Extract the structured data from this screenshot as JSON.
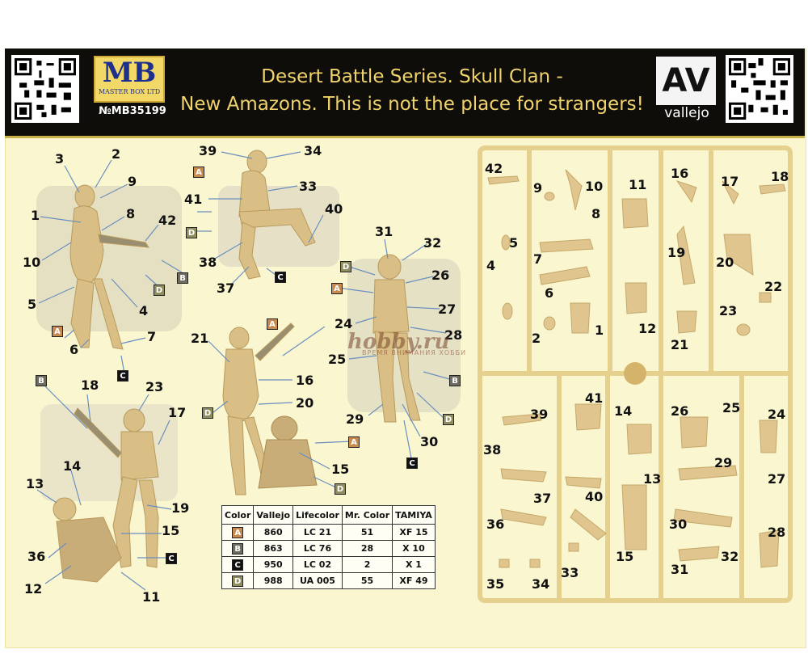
{
  "header": {
    "title_line1": "Desert Battle Series. Skull Clan -",
    "title_line2": "New Amazons. This is not the place for strangers!",
    "brand_logo": "MB",
    "brand_logo_sub": "MASTER BOX LTD",
    "product_code": "№MB35199",
    "partner_logo": "AV",
    "partner_name": "vallejo"
  },
  "watermark": {
    "text": "hobby.ru",
    "sub": "ВРЕМЯ ВНИМАНИЯ ХОББИ"
  },
  "colors": {
    "A": "#c88a4e",
    "B": "#6f6a60",
    "C": "#111111",
    "D": "#8e8e60",
    "title": "#f1d36b",
    "sprue": "#e8d39a",
    "figure": "#d9bf86"
  },
  "paint_table": {
    "headers": [
      "Color",
      "Vallejo",
      "Lifecolor",
      "Mr. Color",
      "TAMIYA"
    ],
    "rows": [
      {
        "code": "A",
        "vallejo": "860",
        "lifecolor": "LC 21",
        "mrcolor": "51",
        "tamiya": "XF 15"
      },
      {
        "code": "B",
        "vallejo": "863",
        "lifecolor": "LC 76",
        "mrcolor": "28",
        "tamiya": "X 10"
      },
      {
        "code": "C",
        "vallejo": "950",
        "lifecolor": "LC 02",
        "mrcolor": "2",
        "tamiya": "X 1"
      },
      {
        "code": "D",
        "vallejo": "988",
        "lifecolor": "UA 005",
        "mrcolor": "55",
        "tamiya": "XF 49"
      }
    ]
  },
  "callouts": {
    "fig1": [
      "3",
      "2",
      "9",
      "1",
      "8",
      "42",
      "10",
      "5",
      "4",
      "6",
      "7"
    ],
    "fig2": [
      "39",
      "34",
      "33",
      "41",
      "40",
      "38",
      "37"
    ],
    "fig3": [
      "31",
      "32",
      "26",
      "27",
      "24",
      "28",
      "25",
      "29",
      "30"
    ],
    "fig4": [
      "21",
      "16",
      "20",
      "15"
    ],
    "fig5": [
      "18",
      "23",
      "17",
      "14",
      "13",
      "19",
      "15",
      "36",
      "12",
      "11"
    ],
    "sprue": [
      "42",
      "9",
      "10",
      "8",
      "5",
      "4",
      "7",
      "6",
      "2",
      "1",
      "11",
      "12",
      "16",
      "19",
      "21",
      "17",
      "18",
      "20",
      "22",
      "23",
      "39",
      "41",
      "14",
      "26",
      "25",
      "24",
      "38",
      "37",
      "40",
      "13",
      "29",
      "27",
      "36",
      "15",
      "30",
      "28",
      "35",
      "34",
      "33",
      "31",
      "32"
    ]
  },
  "badges": [
    "A",
    "B",
    "C",
    "D"
  ]
}
